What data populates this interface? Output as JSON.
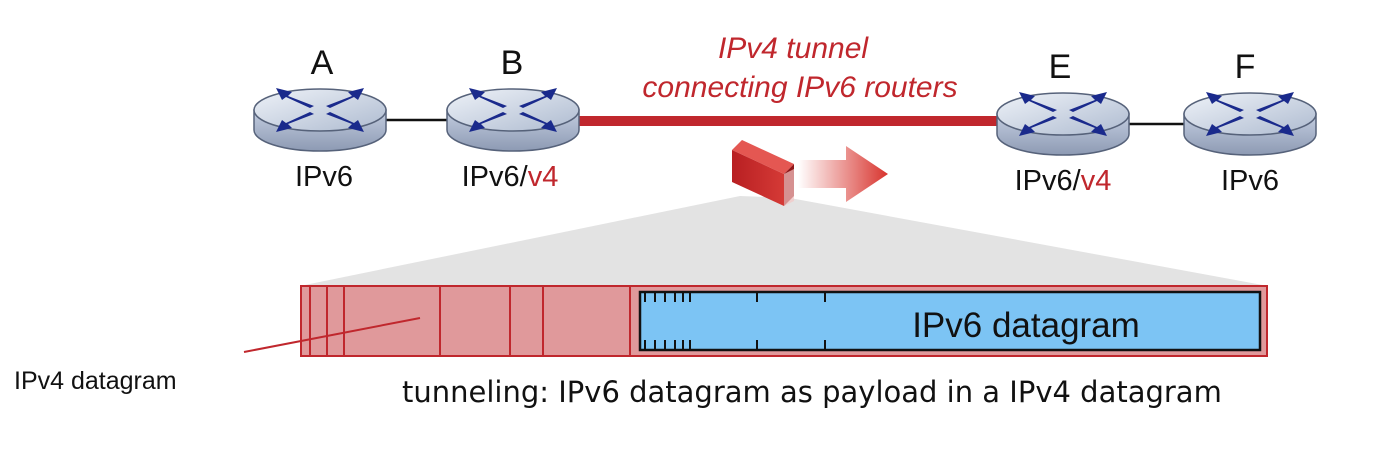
{
  "routers": [
    {
      "name": "A",
      "protocol": "IPv6",
      "protocol_red": ""
    },
    {
      "name": "B",
      "protocol": "IPv6/",
      "protocol_red": "v4"
    },
    {
      "name": "E",
      "protocol": "IPv6/",
      "protocol_red": "v4"
    },
    {
      "name": "F",
      "protocol": "IPv6",
      "protocol_red": ""
    }
  ],
  "tunnel": {
    "line1": "IPv4 tunnel",
    "line2": "connecting IPv6 routers"
  },
  "datagram": {
    "inner_label": "IPv6 datagram",
    "outer_label": "IPv4 datagram"
  },
  "caption": "tunneling: IPv6 datagram as payload in a IPv4 datagram",
  "colors": {
    "accent_red": "#c0272d",
    "ipv4_fill": "#e0999b",
    "ipv6_fill": "#7cc4f4",
    "router_body": "#b7c4d8",
    "router_arrows": "#1a2a8c"
  }
}
